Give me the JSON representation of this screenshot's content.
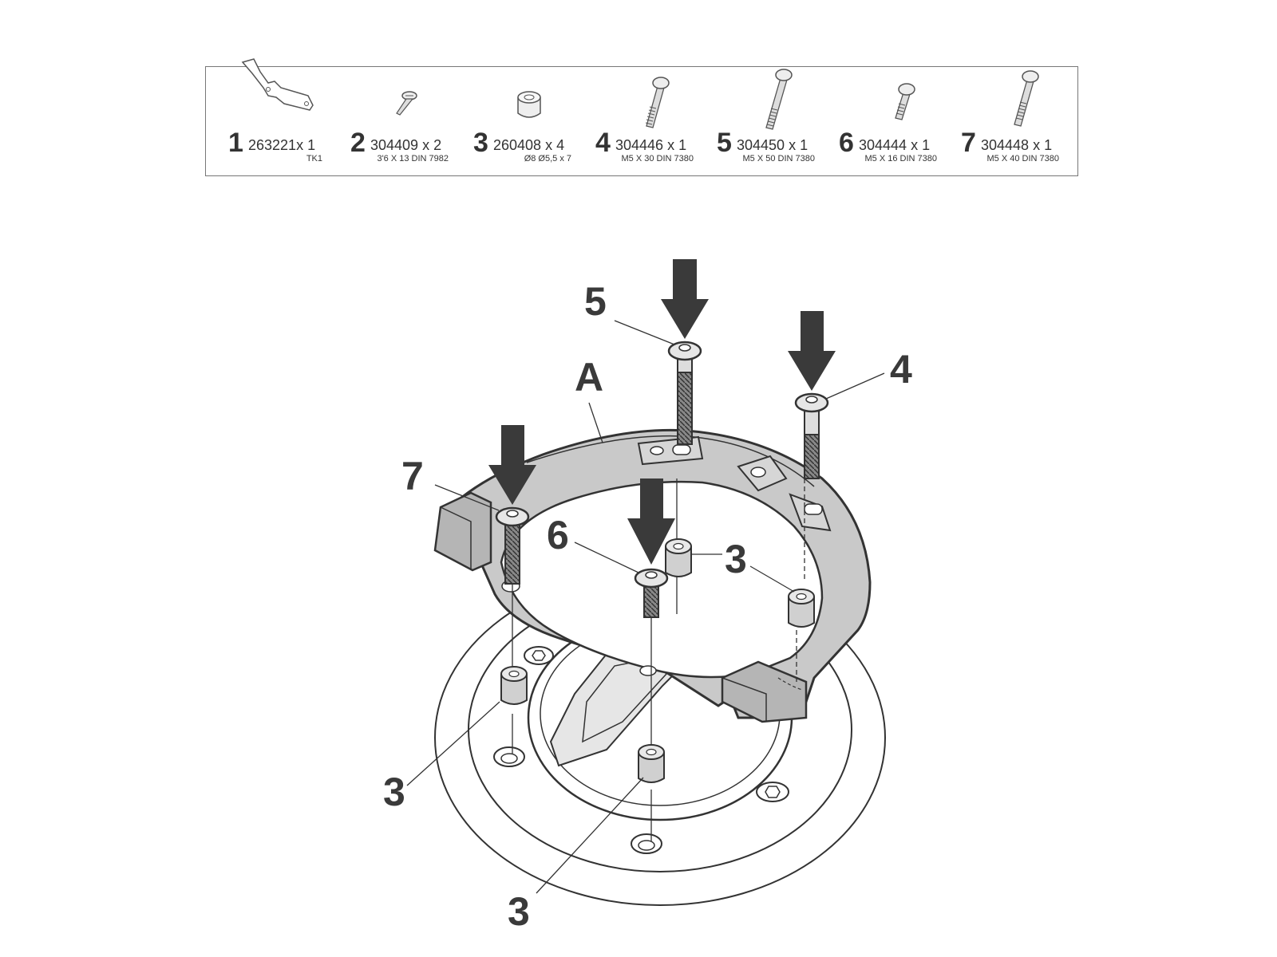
{
  "parts": [
    {
      "num": "1",
      "code": "263221x 1",
      "spec": "TK1",
      "icon": "bracket-icon"
    },
    {
      "num": "2",
      "code": "304409 x 2",
      "spec": "3'6 X 13 DIN 7982",
      "icon": "countersunk-screw-icon"
    },
    {
      "num": "3",
      "code": "260408 x 4",
      "spec": "Ø8 Ø5,5 x 7",
      "icon": "spacer-icon"
    },
    {
      "num": "4",
      "code": "304446 x 1",
      "spec": "M5 X 30 DIN 7380",
      "icon": "bolt-icon"
    },
    {
      "num": "5",
      "code": "304450 x 1",
      "spec": "M5 X 50 DIN 7380",
      "icon": "bolt-icon"
    },
    {
      "num": "6",
      "code": "304444 x 1",
      "spec": "M5 X 16 DIN 7380",
      "icon": "bolt-icon"
    },
    {
      "num": "7",
      "code": "304448 x 1",
      "spec": "M5 X 40 DIN 7380",
      "icon": "bolt-icon"
    }
  ],
  "callouts": {
    "a": "A",
    "n5": "5",
    "n4": "4",
    "n7": "7",
    "n6": "6",
    "n3_right": "3",
    "n3_left": "3",
    "n3_bottom": "3"
  },
  "colors": {
    "line": "#333333",
    "ring_fill": "#cccccc",
    "arrow": "#3a3a3a"
  }
}
